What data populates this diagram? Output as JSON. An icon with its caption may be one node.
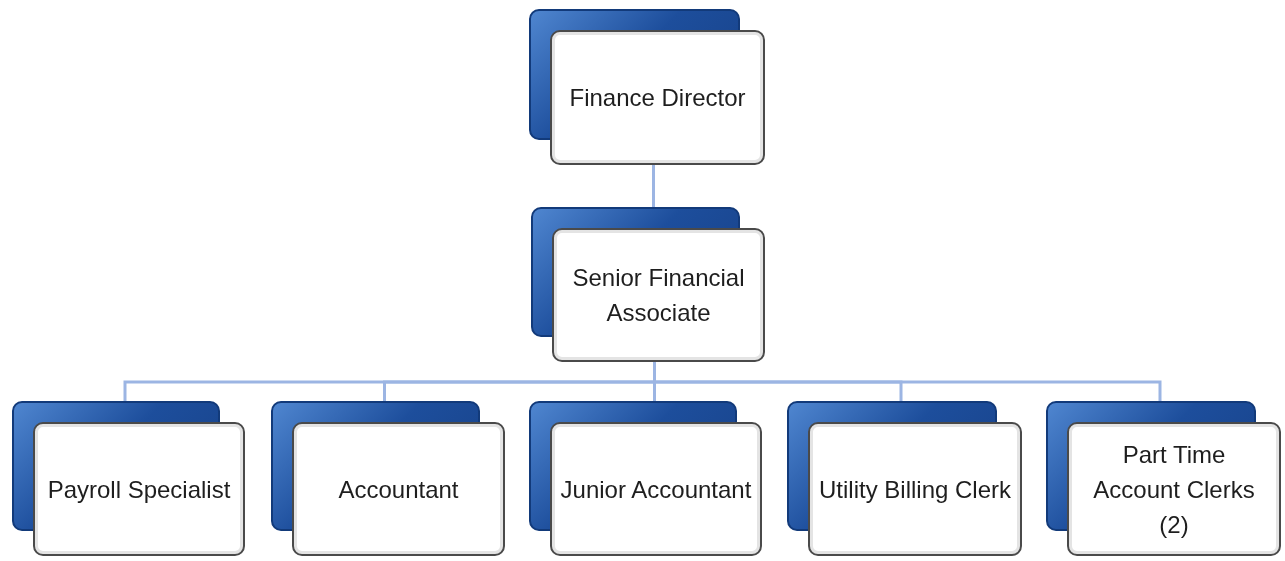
{
  "diagram": {
    "nodes": [
      {
        "text": [
          "Finance Director"
        ]
      },
      {
        "text": [
          "Senior Financial Associate"
        ]
      },
      {
        "text": [
          "Payroll Specialist"
        ]
      },
      {
        "text": [
          "Accountant"
        ]
      },
      {
        "text": [
          "Junior Accountant"
        ]
      },
      {
        "text": [
          "Utility Billing Clerk"
        ]
      },
      {
        "text": [
          "Part Time Account Clerks (2)"
        ]
      }
    ],
    "edges": [
      {
        "from": 0,
        "to": 1,
        "arrow": "none"
      },
      {
        "from": 1,
        "to": 2,
        "arrow": "none"
      },
      {
        "from": 1,
        "to": 3,
        "arrow": "none"
      },
      {
        "from": 1,
        "to": 4,
        "arrow": "none"
      },
      {
        "from": 1,
        "to": 5,
        "arrow": "none"
      },
      {
        "from": 1,
        "to": 6,
        "arrow": "none"
      }
    ]
  }
}
